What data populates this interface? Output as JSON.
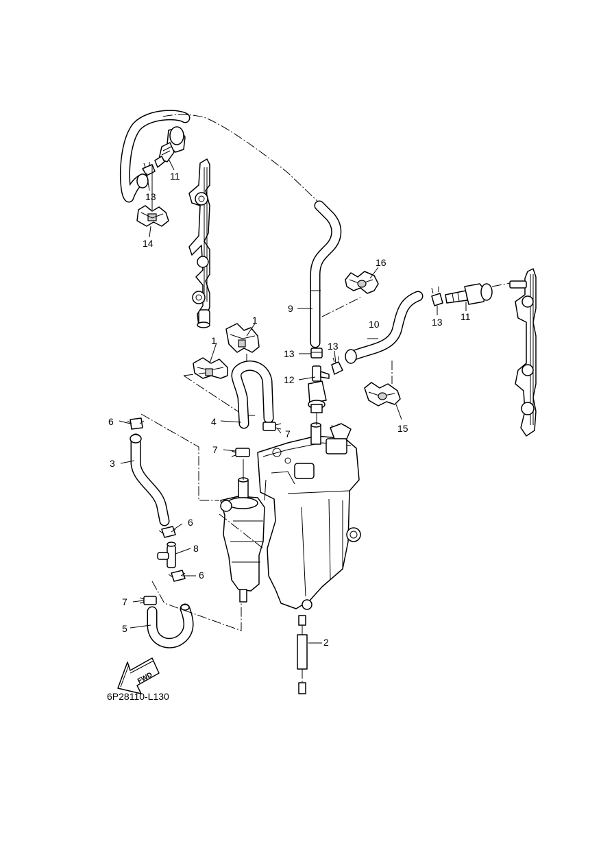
{
  "diagram": {
    "drawing_code": "6P28110-L130",
    "fwd_label": "FWD",
    "callouts": [
      "1",
      "1",
      "2",
      "3",
      "4",
      "5",
      "6",
      "6",
      "6",
      "7",
      "7",
      "7",
      "8",
      "9",
      "10",
      "11",
      "11",
      "12",
      "13",
      "13",
      "13",
      "13",
      "14",
      "15",
      "16"
    ]
  }
}
